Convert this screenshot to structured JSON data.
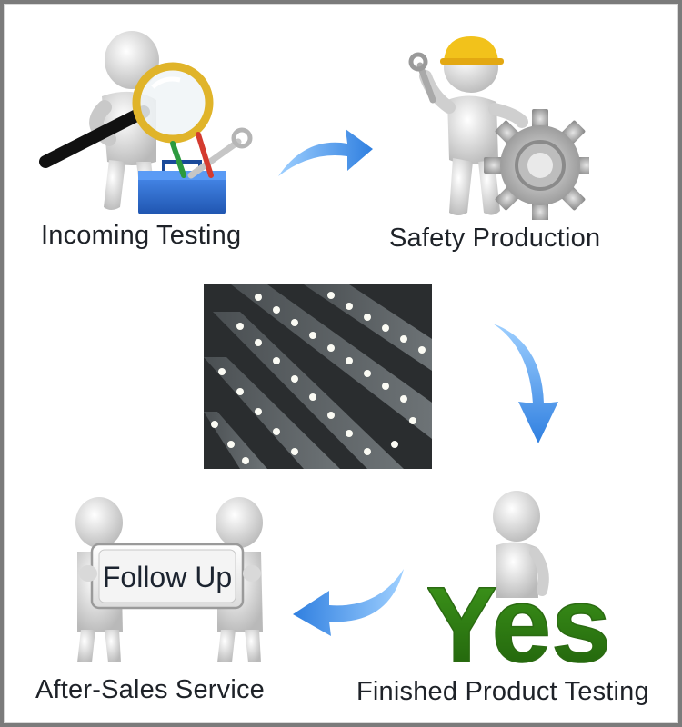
{
  "steps": [
    {
      "label": "Incoming Testing"
    },
    {
      "label": "Safety Production"
    },
    {
      "label": "Finished Product Testing"
    },
    {
      "label": "After-Sales Service"
    }
  ],
  "sign_text": "Follow Up",
  "yes_text": "Yes",
  "colors": {
    "arrow_blue": "#3f8fe8",
    "yes_green": "#2f7d14",
    "toolbox_blue": "#2f6fd0",
    "helmet_yellow": "#f2c21b",
    "magnifier_gold": "#e0b42a"
  },
  "icons": [
    "magnifier-icon",
    "toolbox-icon",
    "wrench-icon",
    "gear-icon",
    "helmet-icon",
    "sign-icon"
  ]
}
